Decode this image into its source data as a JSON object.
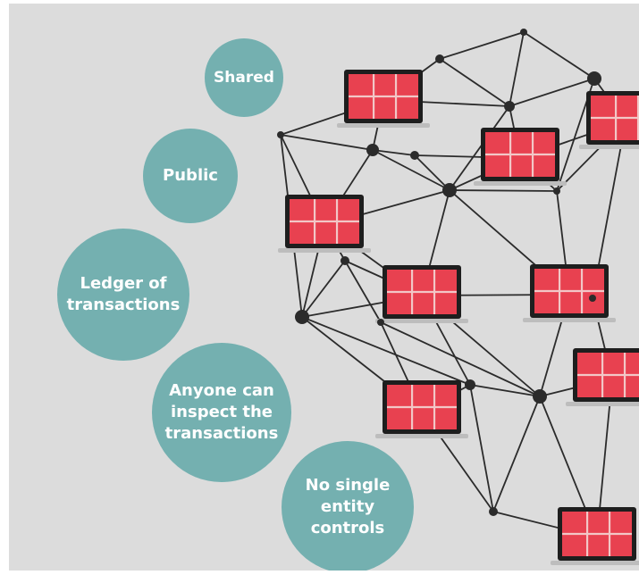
{
  "colors": {
    "background": "#dcdcdc",
    "bubble": "#74b0b0",
    "bubble_text": "#ffffff",
    "edge": "#2b2b2b",
    "node": "#2b2b2b",
    "laptop_body": "#1e1e1e",
    "laptop_screen": "#e84150",
    "laptop_grid": "#f2c7c7",
    "laptop_base": "#bdbdbd"
  },
  "bubbles": [
    {
      "id": "shared",
      "text": "Shared"
    },
    {
      "id": "public",
      "text": "Public"
    },
    {
      "id": "ledger",
      "text": "Ledger of\ntransactions"
    },
    {
      "id": "inspect",
      "text": "Anyone can\ninspect the\ntransactions"
    },
    {
      "id": "control",
      "text": "No single\nentity\ncontrols"
    }
  ],
  "network": {
    "laptop_icon": "laptop-icon",
    "node_icon": "node-dot"
  }
}
